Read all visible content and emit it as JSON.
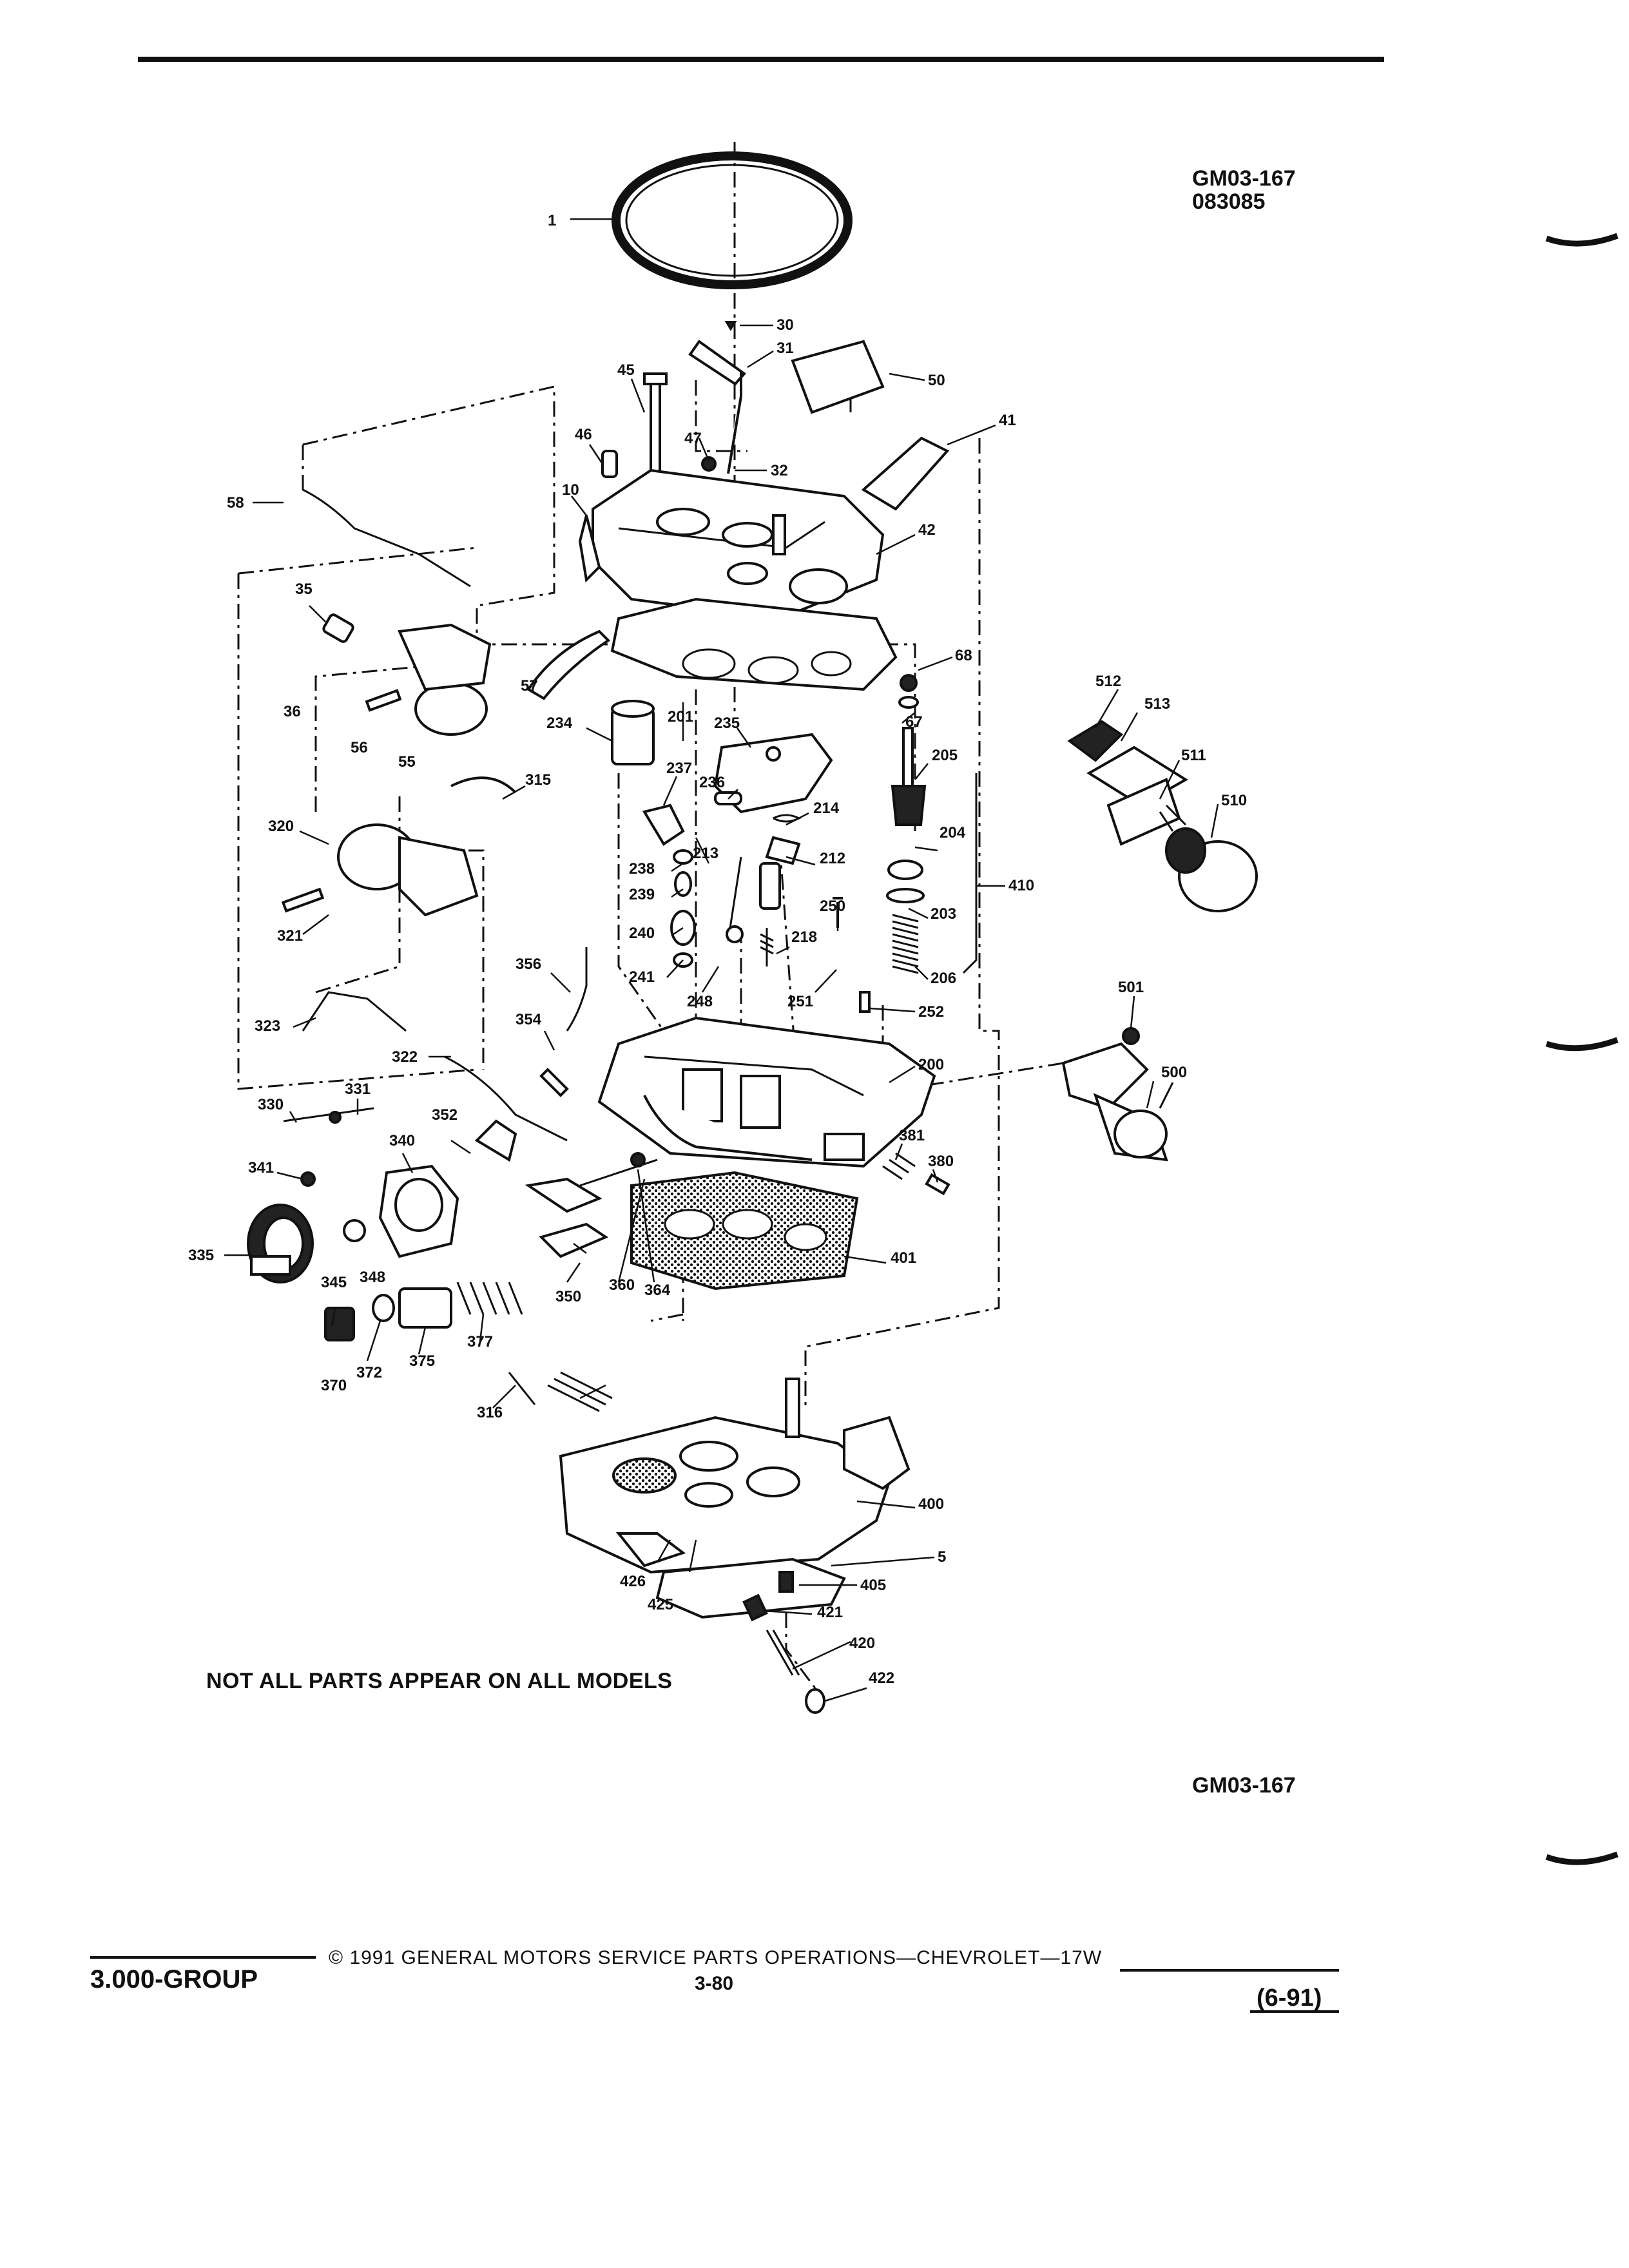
{
  "header": {
    "figure_code": "GM03-167",
    "date_code": "083085"
  },
  "diagram": {
    "note": "NOT ALL PARTS APPEAR ON ALL MODELS",
    "figure_code_bottom": "GM03-167",
    "part_labels": [
      "1",
      "30",
      "31",
      "45",
      "50",
      "41",
      "46",
      "47",
      "32",
      "58",
      "10",
      "42",
      "35",
      "36",
      "57",
      "68",
      "56",
      "55",
      "201",
      "67",
      "234",
      "235",
      "205",
      "315",
      "237",
      "236",
      "214",
      "320",
      "238",
      "213",
      "212",
      "204",
      "410",
      "239",
      "250",
      "203",
      "321",
      "240",
      "218",
      "206",
      "241",
      "248",
      "251",
      "356",
      "252",
      "323",
      "354",
      "322",
      "200",
      "331",
      "330",
      "352",
      "340",
      "381",
      "341",
      "380",
      "335",
      "345",
      "348",
      "350",
      "360",
      "364",
      "401",
      "377",
      "370",
      "372",
      "375",
      "316",
      "400",
      "5",
      "426",
      "425",
      "405",
      "421",
      "420",
      "422",
      "512",
      "513",
      "511",
      "510",
      "501",
      "500"
    ]
  },
  "footer": {
    "group": "3.000-GROUP",
    "copyright": "© 1991 GENERAL MOTORS SERVICE PARTS OPERATIONS—CHEVROLET—17W",
    "page": "3-80",
    "date": "(6-91)"
  }
}
